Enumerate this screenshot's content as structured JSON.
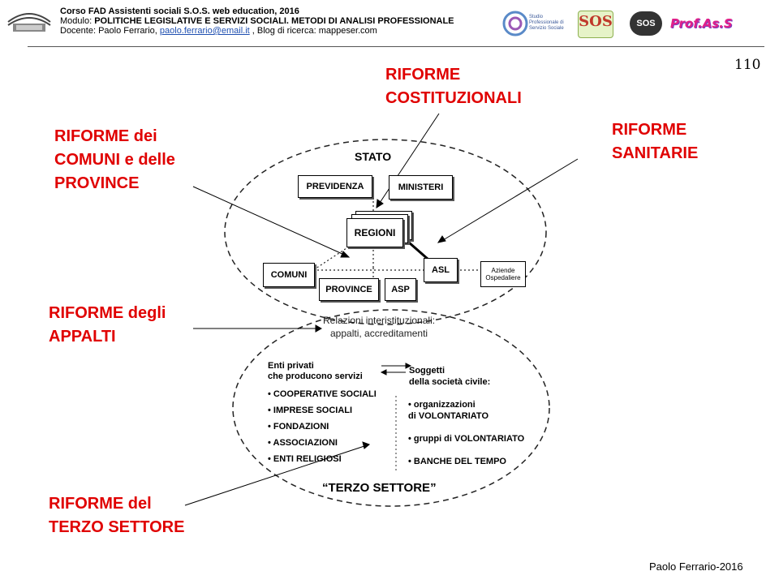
{
  "header": {
    "line1": "Corso FAD Assistenti sociali S.O.S. web education, 2016",
    "line2_prefix": "Modulo: ",
    "line2_bold": "POLITICHE LEGISLATIVE E SERVIZI SOCIALI. METODI DI ANALISI PROFESSIONALE",
    "line3_prefix": "Docente: Paolo Ferrario, ",
    "email": "paolo.ferrario@email.it",
    "line3_suffix": " , Blog di ricerca: mappeser.com",
    "logos": [
      "Studio Professionale di Servizio Sociale",
      "SOS",
      "SOS",
      "Prof.As.S"
    ]
  },
  "page_number": "110",
  "labels": {
    "costituzionali": [
      "RIFORME",
      "COSTITUZIONALI"
    ],
    "comuni": [
      "RIFORME dei",
      "COMUNI e delle",
      "PROVINCE"
    ],
    "sanitarie": [
      "RIFORME",
      "SANITARIE"
    ],
    "appalti": [
      "RIFORME degli",
      "APPALTI"
    ],
    "terzo": [
      "RIFORME del",
      "TERZO SETTORE"
    ]
  },
  "diagram": {
    "stato": "STATO",
    "previdenza": "PREVIDENZA",
    "ministeri": "MINISTERI",
    "regioni": "REGIONI",
    "comuni": "COMUNI",
    "province": "PROVINCE",
    "asp": "ASP",
    "asl": "ASL",
    "aziende": [
      "Aziende",
      "Ospedaliere"
    ],
    "relazioni": [
      "Relazioni interistituzionali:",
      "appalti, accreditamenti"
    ],
    "enti_privati": [
      "Enti privati",
      "che producono servizi"
    ],
    "enti_list": [
      "• COOPERATIVE SOCIALI",
      "• IMPRESE SOCIALI",
      "• FONDAZIONI",
      "• ASSOCIAZIONI",
      "• ENTI RELIGIOSI"
    ],
    "soggetti": [
      "Soggetti",
      "della società civile:"
    ],
    "soggetti_list": [
      "• organizzazioni",
      "di VOLONTARIATO",
      "• gruppi di VOLONTARIATO",
      "• BANCHE DEL TEMPO"
    ],
    "terzo_settore": "“TERZO SETTORE”"
  },
  "footer": "Paolo Ferrario-2016"
}
